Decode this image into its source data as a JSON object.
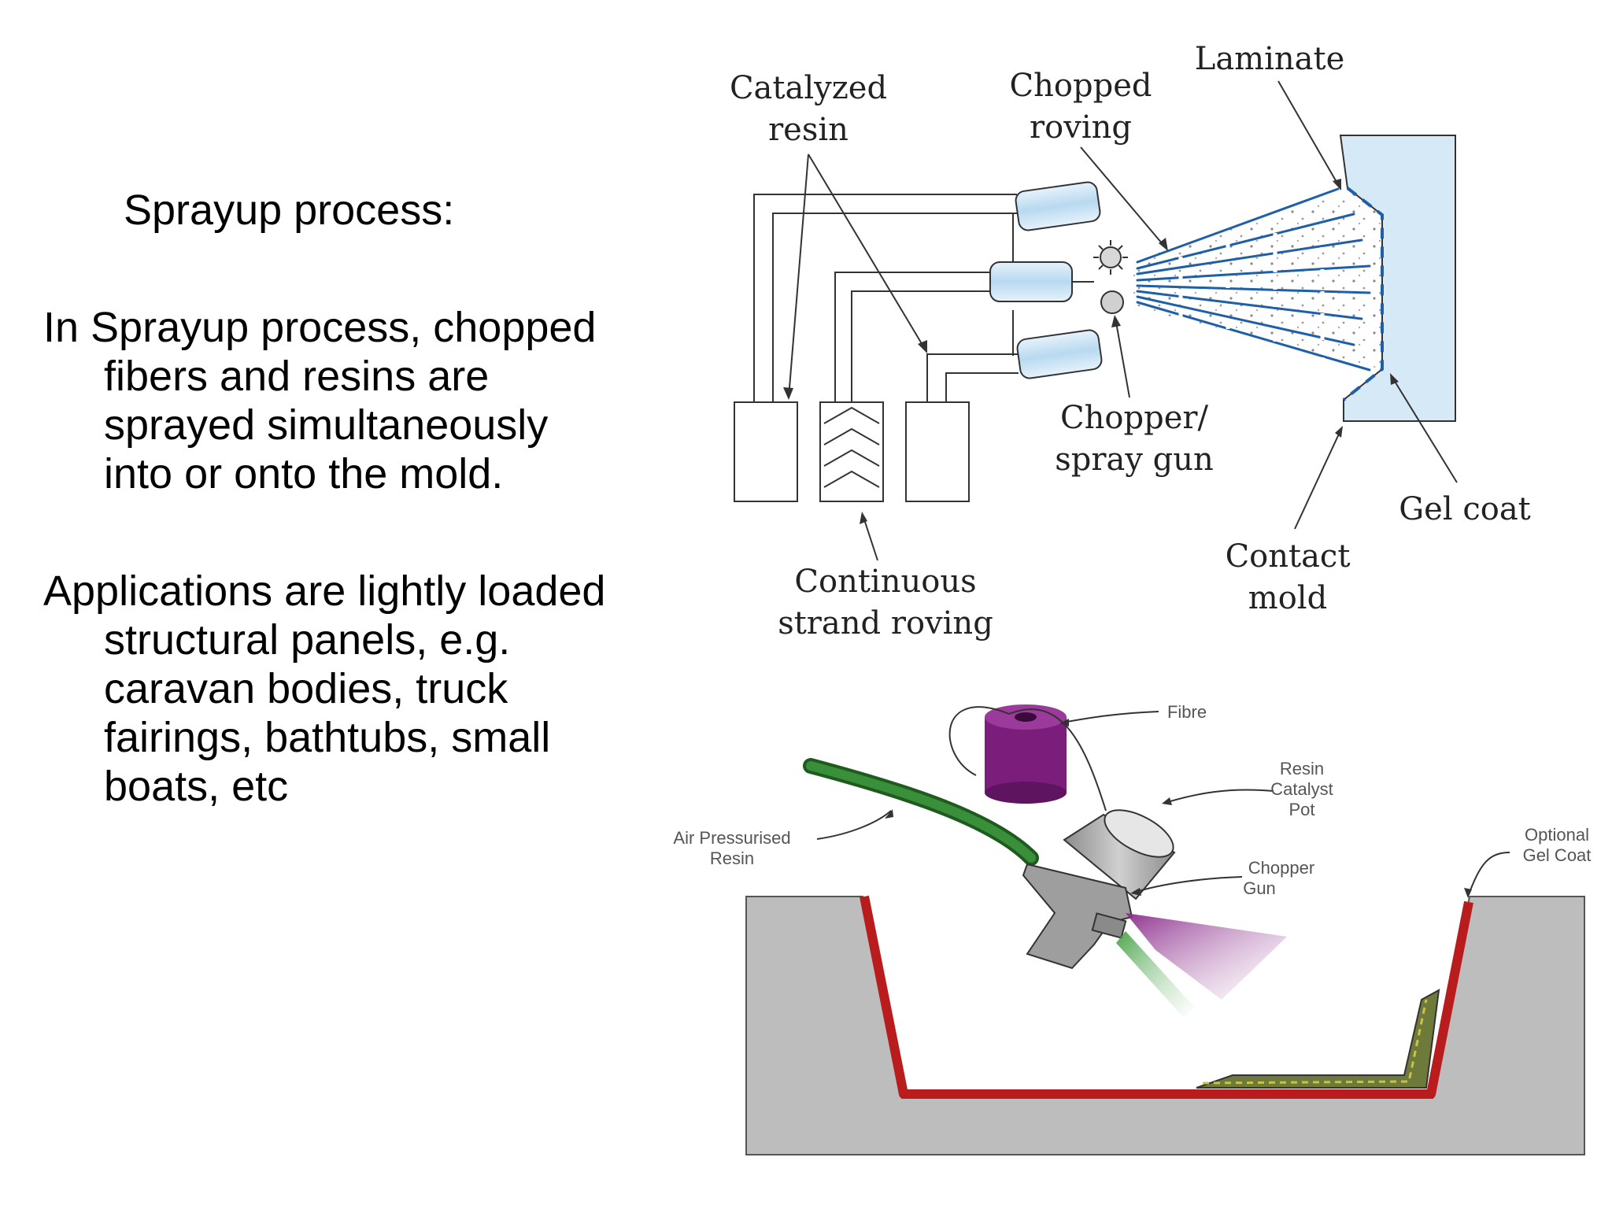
{
  "slide": {
    "title": "Sprayup process:",
    "paragraph1": [
      "In Sprayup process, chopped",
      "fibers and resins are",
      "sprayed simultaneously",
      "into or onto the mold."
    ],
    "paragraph2": [
      "Applications are lightly loaded",
      "structural panels, e.g.",
      "caravan bodies, truck",
      "fairings, bathtubs, small",
      "boats, etc"
    ]
  },
  "diagram_top": {
    "labels": {
      "catalyzed": [
        "Catalyzed",
        "resin"
      ],
      "chopped": [
        "Chopped",
        "roving"
      ],
      "laminate": "Laminate",
      "chopper": [
        "Chopper/",
        "spray gun"
      ],
      "gelcoat": "Gel coat",
      "contact": [
        "Contact",
        "mold"
      ],
      "continuous": [
        "Continuous",
        "strand roving"
      ]
    }
  },
  "diagram_bottom": {
    "labels": {
      "fibre": "Fibre",
      "resin_pot": [
        "Resin",
        "Catalyst",
        "Pot"
      ],
      "air_resin": [
        "Air Pressurised",
        "Resin"
      ],
      "chopper_gun": [
        "Chopper",
        "Gun"
      ],
      "gel_coat": [
        "Optional",
        "Gel Coat"
      ]
    }
  },
  "colors": {
    "laminate_blue": "#1f5fa8",
    "mold_fill": "#d6e9f6",
    "mold_gray": "#bdbdbd",
    "gelcoat_red": "#b81c1c",
    "hose_green": "#2e7d2e",
    "spool_purple": "#7b1e7b"
  }
}
